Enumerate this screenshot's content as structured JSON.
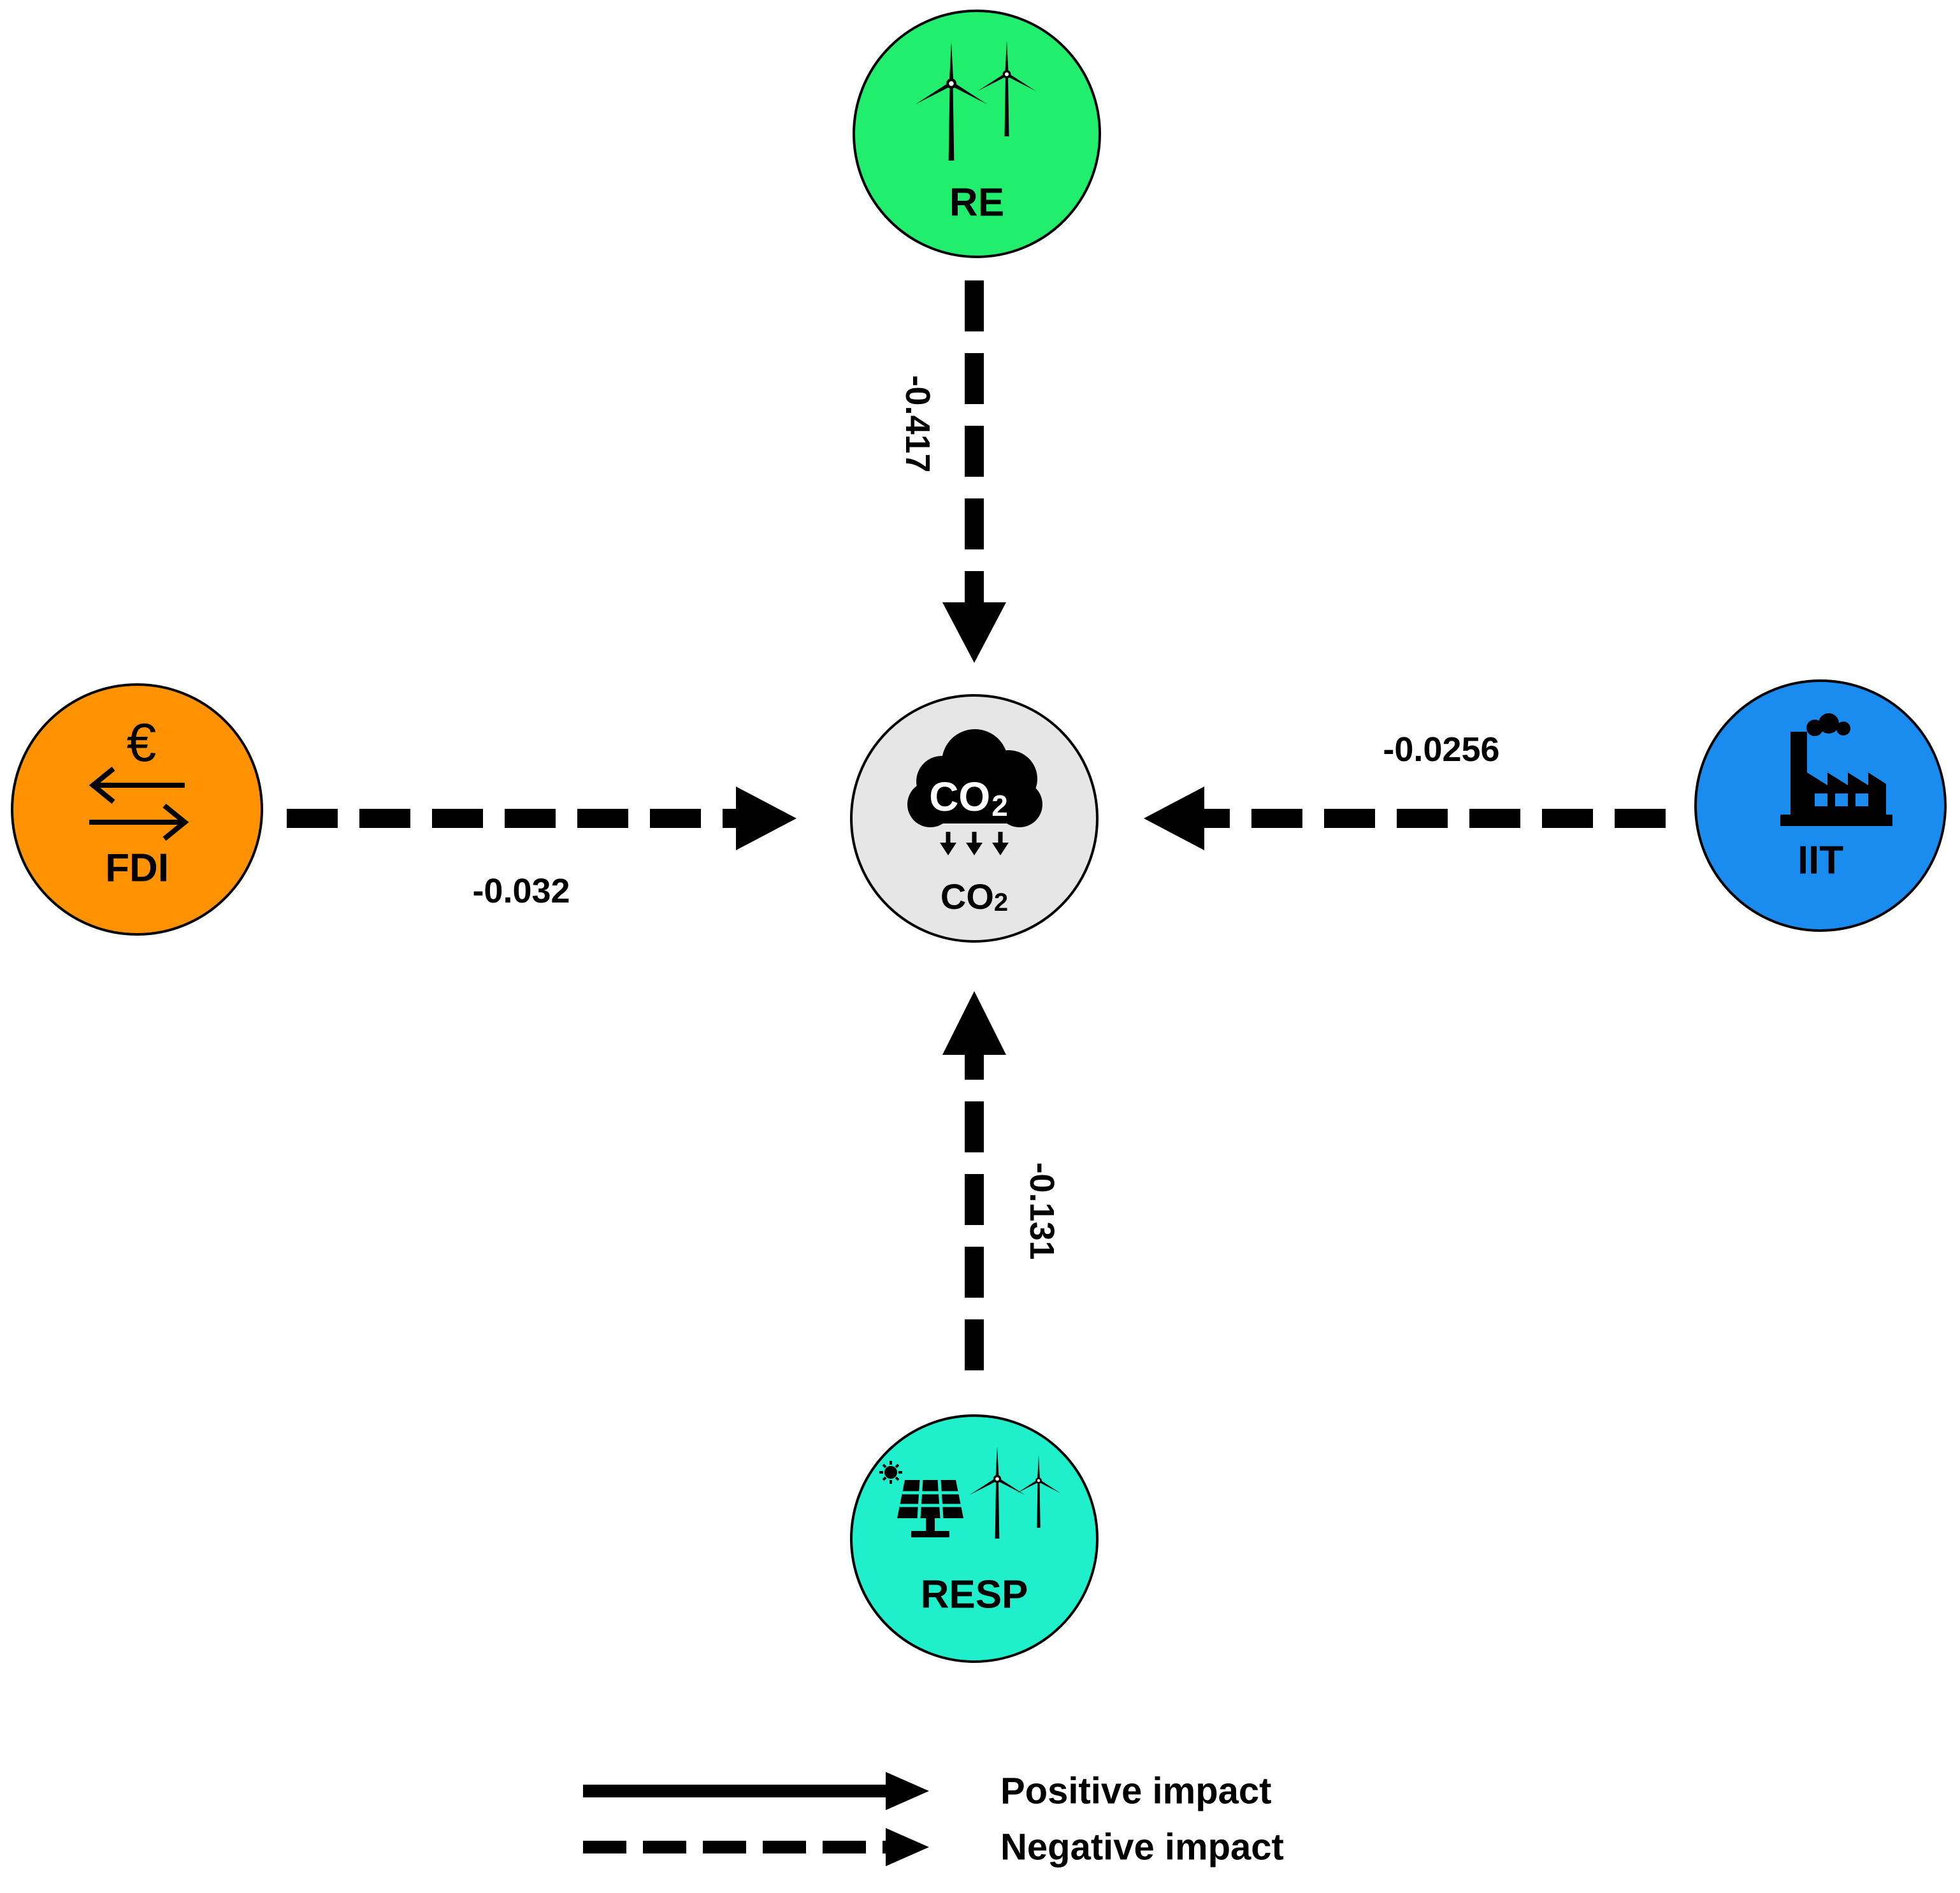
{
  "nodes": {
    "center": {
      "label": "CO",
      "subscript": "2",
      "icon_text": "CO",
      "icon_subscript": "2",
      "icon": "co2-cloud-icon",
      "color": "#E6E6E6"
    },
    "re": {
      "label": "RE",
      "icon": "wind-turbines-icon",
      "color": "#22EE6E"
    },
    "fdi": {
      "label": "FDI",
      "icon": "euro-exchange-icon",
      "icon_symbol": "€",
      "color": "#FF9200"
    },
    "iit": {
      "label": "IIT",
      "icon": "factory-icon",
      "color": "#1A8CF0"
    },
    "resp": {
      "label": "RESP",
      "icon": "solar-and-wind-icon",
      "color": "#1FEFCB"
    }
  },
  "edges": {
    "re_to_co2": {
      "value": "-0.417",
      "style": "dashed"
    },
    "fdi_to_co2": {
      "value": "-0.032",
      "style": "dashed"
    },
    "iit_to_co2": {
      "value": "-0.0256",
      "style": "dashed"
    },
    "resp_to_co2": {
      "value": "-0.131",
      "style": "dashed"
    }
  },
  "legend": {
    "positive": "Positive impact",
    "negative": "Negative impact"
  }
}
